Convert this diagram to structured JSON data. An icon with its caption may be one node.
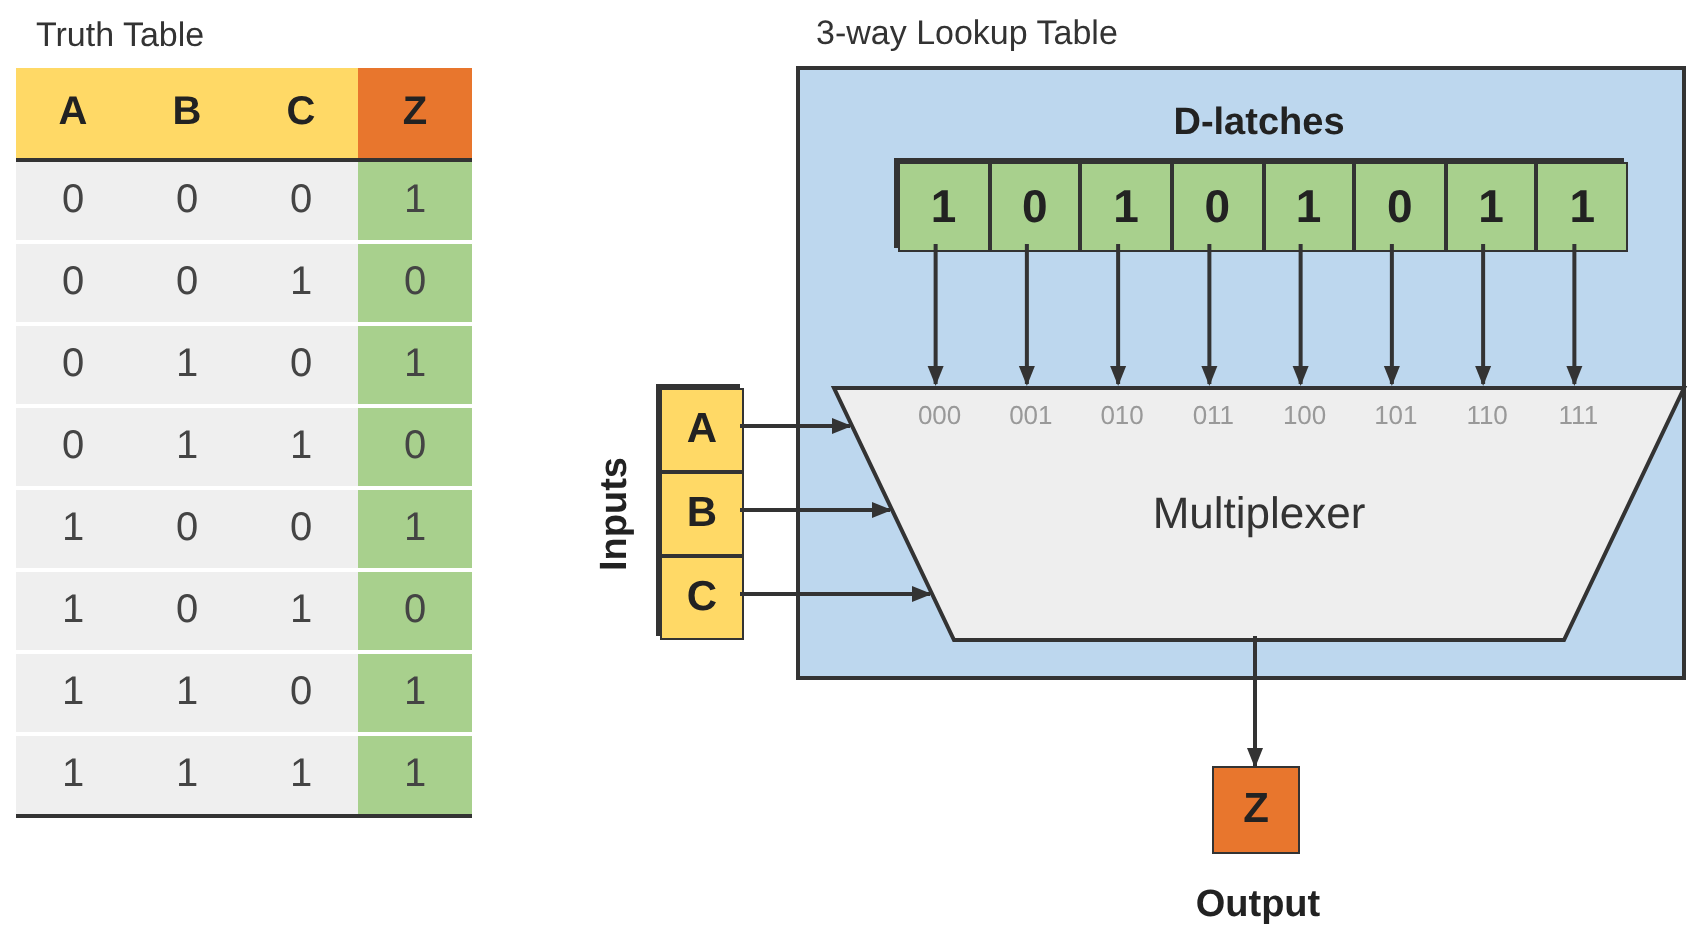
{
  "diagram": {
    "nodes": [
      {
        "text": [
          "3-way Lookup Table"
        ]
      },
      {
        "text": [
          "D-latches"
        ],
        "in": 0
      },
      {
        "text": [
          "1"
        ],
        "in": 1
      },
      {
        "text": [
          "0"
        ],
        "in": 1
      },
      {
        "text": [
          "1"
        ],
        "in": 1
      },
      {
        "text": [
          "0"
        ],
        "in": 1
      },
      {
        "text": [
          "1"
        ],
        "in": 1
      },
      {
        "text": [
          "0"
        ],
        "in": 1
      },
      {
        "text": [
          "1"
        ],
        "in": 1
      },
      {
        "text": [
          "1"
        ],
        "in": 1
      },
      {
        "text": [
          "000",
          "001",
          "010",
          "011",
          "100",
          "101",
          "110",
          "111",
          "Multiplexer"
        ],
        "in": 0
      },
      {
        "text": [
          "Inputs"
        ]
      },
      {
        "text": [
          "A"
        ],
        "in": 11
      },
      {
        "text": [
          "B"
        ],
        "in": 11
      },
      {
        "text": [
          "C"
        ],
        "in": 11
      },
      {
        "text": [
          "Z"
        ],
        "beside": [
          "Output"
        ]
      }
    ],
    "edges": [
      {
        "from": 2,
        "to": 10,
        "arrow": "to"
      },
      {
        "from": 3,
        "to": 10,
        "arrow": "to"
      },
      {
        "from": 4,
        "to": 10,
        "arrow": "to"
      },
      {
        "from": 5,
        "to": 10,
        "arrow": "to"
      },
      {
        "from": 6,
        "to": 10,
        "arrow": "to"
      },
      {
        "from": 7,
        "to": 10,
        "arrow": "to"
      },
      {
        "from": 8,
        "to": 10,
        "arrow": "to"
      },
      {
        "from": 9,
        "to": 10,
        "arrow": "to"
      },
      {
        "from": 12,
        "to": 10,
        "arrow": "to"
      },
      {
        "from": 13,
        "to": 10,
        "arrow": "to"
      },
      {
        "from": 14,
        "to": 10,
        "arrow": "to"
      },
      {
        "from": 10,
        "to": 15,
        "arrow": "to"
      }
    ],
    "labels": [
      "Truth Table",
      "A",
      "B",
      "C",
      "Z",
      "0",
      "0",
      "0",
      "1",
      "0",
      "0",
      "1",
      "0",
      "0",
      "1",
      "0",
      "1",
      "0",
      "1",
      "1",
      "0",
      "1",
      "0",
      "0",
      "1",
      "1",
      "0",
      "1",
      "0",
      "1",
      "1",
      "0",
      "1",
      "1",
      "1",
      "1",
      "1"
    ]
  }
}
